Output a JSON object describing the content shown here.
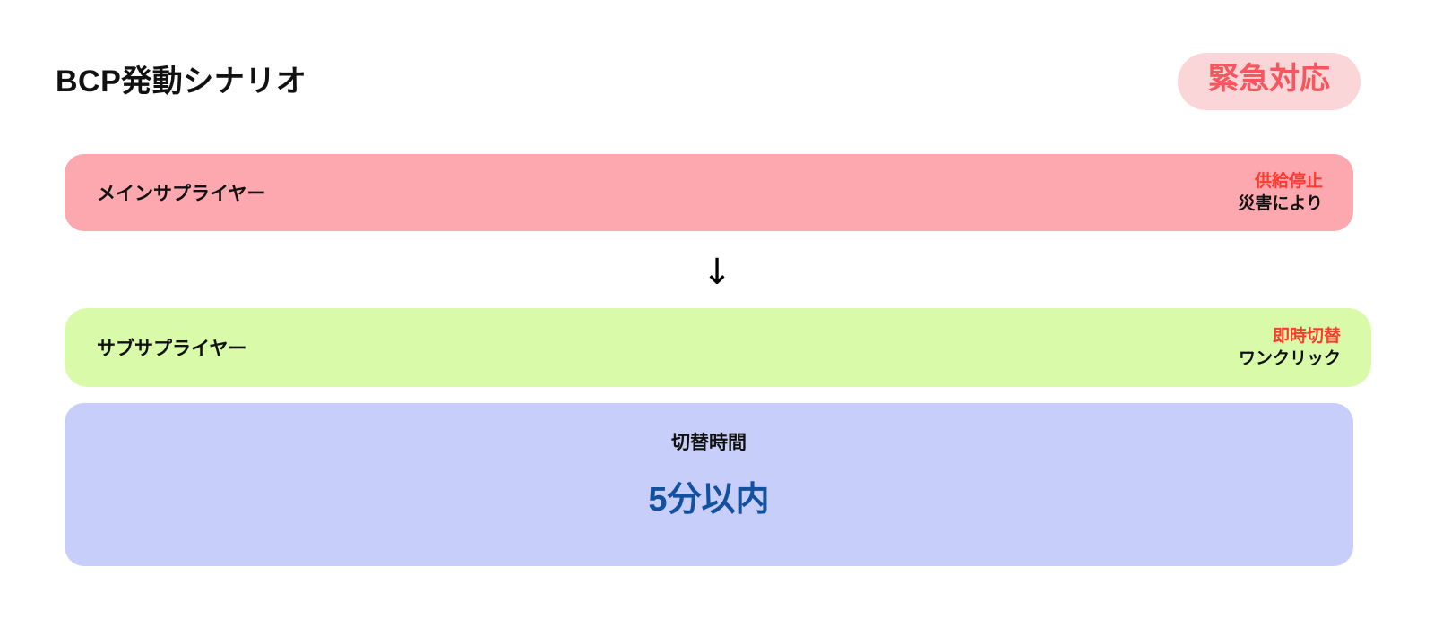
{
  "header": {
    "title": "BCP発動シナリオ",
    "badge": "緊急対応",
    "badge_bg": "#FBD6D9",
    "badge_color": "#F8565F"
  },
  "flow": {
    "arrow_icon": "↓",
    "rows": [
      {
        "label": "メインサプライヤー",
        "status": "供給停止",
        "note": "災害により",
        "bg": "#FCA8AE",
        "status_color": "#FB3B30"
      },
      {
        "label": "サブサプライヤー",
        "status": "即時切替",
        "note": "ワンクリック",
        "bg": "#D9FBA9",
        "status_color": "#FB3B30"
      }
    ]
  },
  "metric": {
    "label": "切替時間",
    "value": "5分以内",
    "bg": "#C7CEFA",
    "value_color": "#13509E"
  }
}
